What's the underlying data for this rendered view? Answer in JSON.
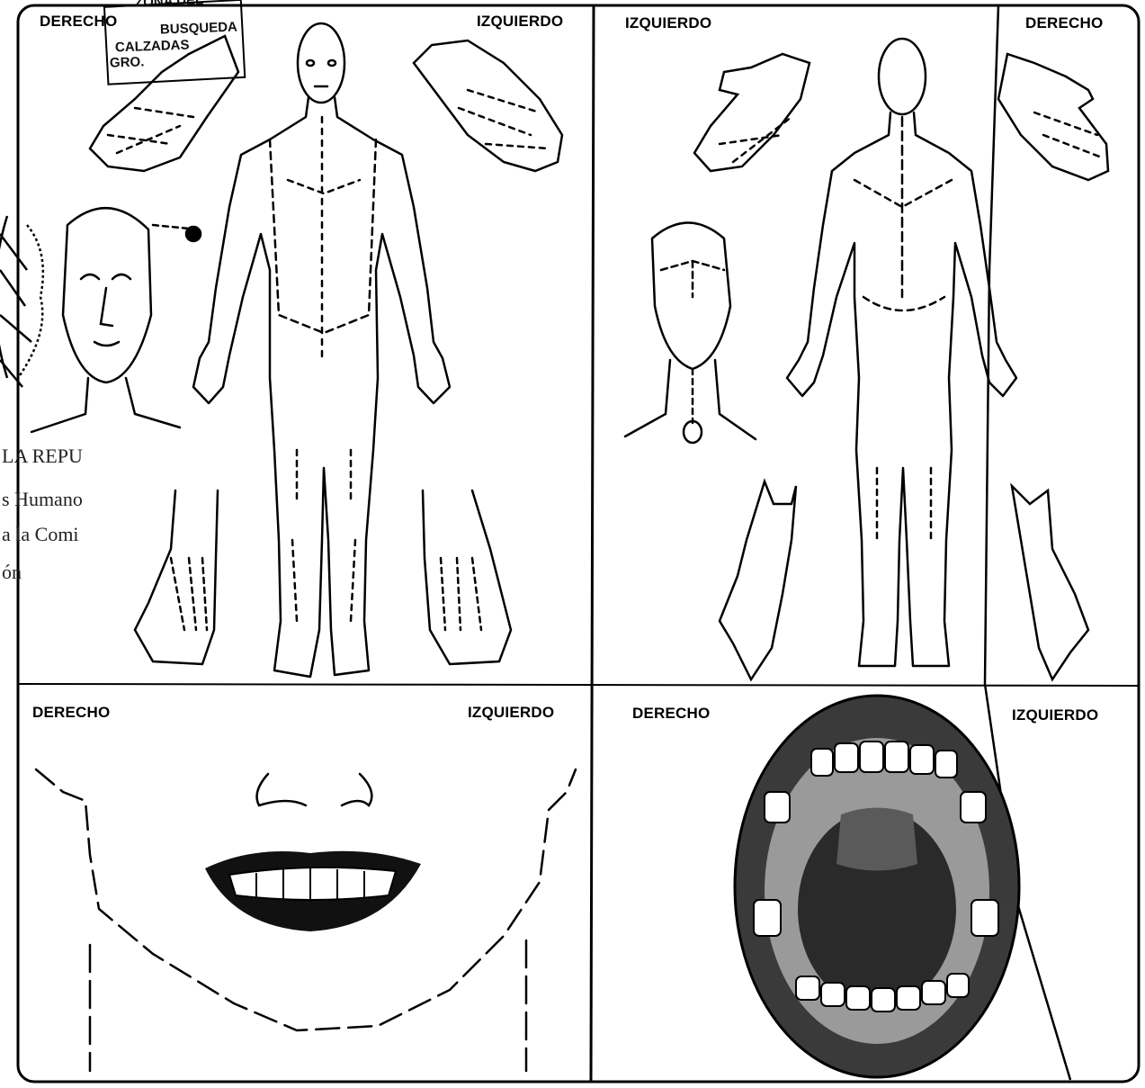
{
  "panels": {
    "front": {
      "left_label": "DERECHO",
      "right_label": "IZQUIERDO"
    },
    "back": {
      "left_label": "IZQUIERDO",
      "right_label": "DERECHO"
    },
    "smile": {
      "left_label": "DERECHO",
      "right_label": "IZQUIERDO"
    },
    "mouth": {
      "left_label": "DERECHO",
      "right_label": "IZQUIERDO"
    }
  },
  "stamp": {
    "line1": "ZONA DEL",
    "line2": "BUSQUEDA",
    "line3": "CALZADAS",
    "line4": "GRO."
  },
  "seal": {
    "line1": "LA REPU",
    "line2": "s Humano",
    "line3": "a la Comi",
    "line4": "ón"
  }
}
